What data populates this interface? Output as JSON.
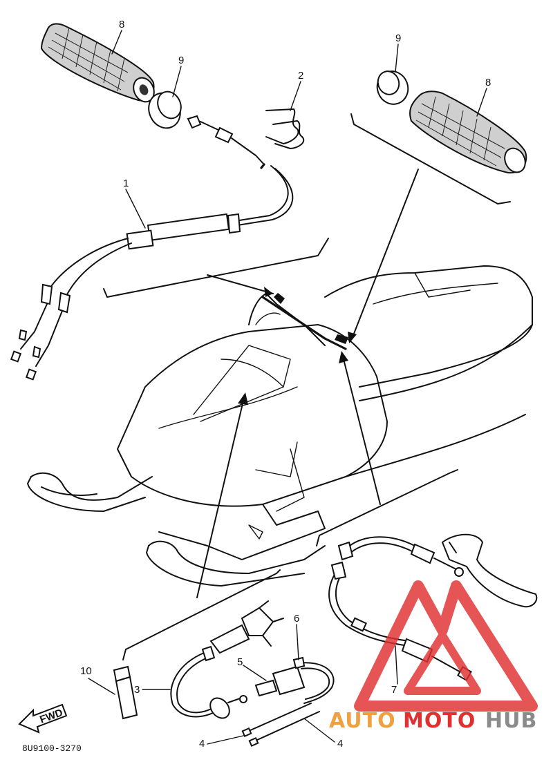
{
  "diagram": {
    "part_labels": {
      "throttle_cable": "1",
      "clip": "2",
      "choke_cable": "3",
      "cable_bottom_left": "4",
      "cable_bottom_right": "4",
      "cable_clamp": "5",
      "cable_lower": "6",
      "brake_cable": "7",
      "grip_left": "8",
      "grip_right": "8",
      "grip_collar_left": "9",
      "grip_collar_right": "9",
      "key": "10"
    },
    "catalog_code": "8U9100-3270",
    "direction_arrow_label": "FWD"
  },
  "watermark": {
    "text_part1": "AUTO",
    "text_part2": "MOTO",
    "text_part3": "HUB",
    "color_red": "#e03030",
    "color_orange": "#f0a040",
    "color_gray": "#8a8a8a"
  }
}
